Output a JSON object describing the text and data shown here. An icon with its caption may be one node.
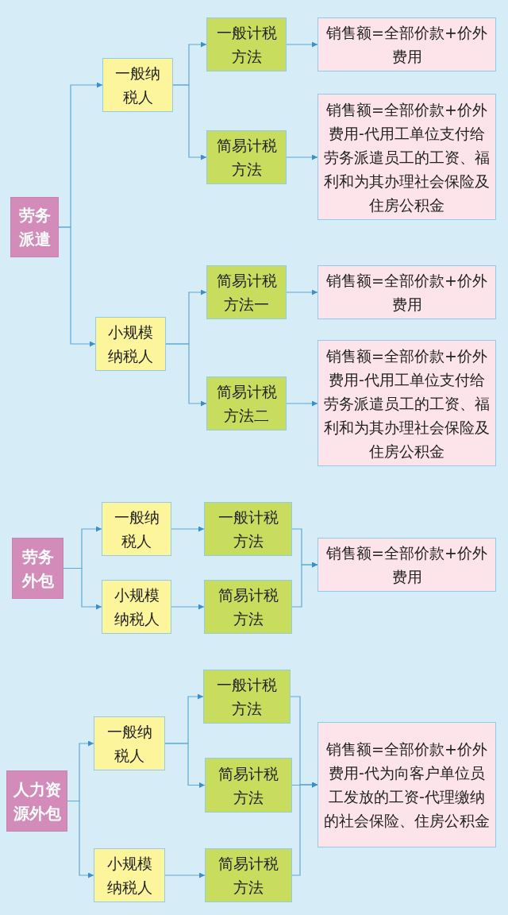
{
  "diagram": {
    "nodes": [
      {
        "text": [
          "劳务派遣"
        ]
      },
      {
        "text": [
          "一般纳税人"
        ]
      },
      {
        "text": [
          "一般计税方法"
        ]
      },
      {
        "text": [
          "销售额=全部价款+价外费用"
        ]
      },
      {
        "text": [
          "简易计税方法"
        ]
      },
      {
        "text": [
          "销售额=全部价款+价外费用-代用工单位支付给劳务派遣员工的工资、福利和为其办理社会保险及住房公积金"
        ]
      },
      {
        "text": [
          "小规模纳税人"
        ]
      },
      {
        "text": [
          "简易计税方法一"
        ]
      },
      {
        "text": [
          "销售额=全部价款+价外费用"
        ]
      },
      {
        "text": [
          "简易计税方法二"
        ]
      },
      {
        "text": [
          "销售额=全部价款+价外费用-代用工单位支付给劳务派遣员工的工资、福利和为其办理社会保险及住房公积金"
        ]
      },
      {
        "text": [
          "劳务外包"
        ]
      },
      {
        "text": [
          "一般纳税人"
        ]
      },
      {
        "text": [
          "一般计税方法"
        ]
      },
      {
        "text": [
          "小规模纳税人"
        ]
      },
      {
        "text": [
          "简易计税方法"
        ]
      },
      {
        "text": [
          "销售额=全部价款+价外费用"
        ]
      },
      {
        "text": [
          "人力资源外包"
        ]
      },
      {
        "text": [
          "一般纳税人"
        ]
      },
      {
        "text": [
          "一般计税方法"
        ]
      },
      {
        "text": [
          "简易计税方法"
        ]
      },
      {
        "text": [
          "小规模纳税人"
        ]
      },
      {
        "text": [
          "简易计税方法"
        ]
      },
      {
        "text": [
          "销售额=全部价款+价外费用-代为向客户单位员工发放的工资-代理缴纳的社会保险、住房公积金"
        ]
      }
    ],
    "edges": [
      {
        "from": 0,
        "to": 1,
        "arrow": "to"
      },
      {
        "from": 0,
        "to": 6,
        "arrow": "to"
      },
      {
        "from": 1,
        "to": 2,
        "arrow": "to"
      },
      {
        "from": 1,
        "to": 4,
        "arrow": "to"
      },
      {
        "from": 2,
        "to": 3,
        "arrow": "to"
      },
      {
        "from": 4,
        "to": 5,
        "arrow": "to"
      },
      {
        "from": 6,
        "to": 7,
        "arrow": "to"
      },
      {
        "from": 6,
        "to": 9,
        "arrow": "to"
      },
      {
        "from": 7,
        "to": 8,
        "arrow": "to"
      },
      {
        "from": 9,
        "to": 10,
        "arrow": "to"
      },
      {
        "from": 11,
        "to": 12,
        "arrow": "to"
      },
      {
        "from": 11,
        "to": 14,
        "arrow": "to"
      },
      {
        "from": 12,
        "to": 13,
        "arrow": "to"
      },
      {
        "from": 14,
        "to": 15,
        "arrow": "to"
      },
      {
        "from": 13,
        "to": 16,
        "arrow": "to"
      },
      {
        "from": 15,
        "to": 16,
        "arrow": "to"
      },
      {
        "from": 17,
        "to": 18,
        "arrow": "to"
      },
      {
        "from": 17,
        "to": 21,
        "arrow": "to"
      },
      {
        "from": 18,
        "to": 19,
        "arrow": "to"
      },
      {
        "from": 18,
        "to": 20,
        "arrow": "to"
      },
      {
        "from": 21,
        "to": 22,
        "arrow": "to"
      },
      {
        "from": 19,
        "to": 23,
        "arrow": "to"
      },
      {
        "from": 20,
        "to": 23,
        "arrow": "to"
      },
      {
        "from": 22,
        "to": 23,
        "arrow": "to"
      }
    ]
  }
}
